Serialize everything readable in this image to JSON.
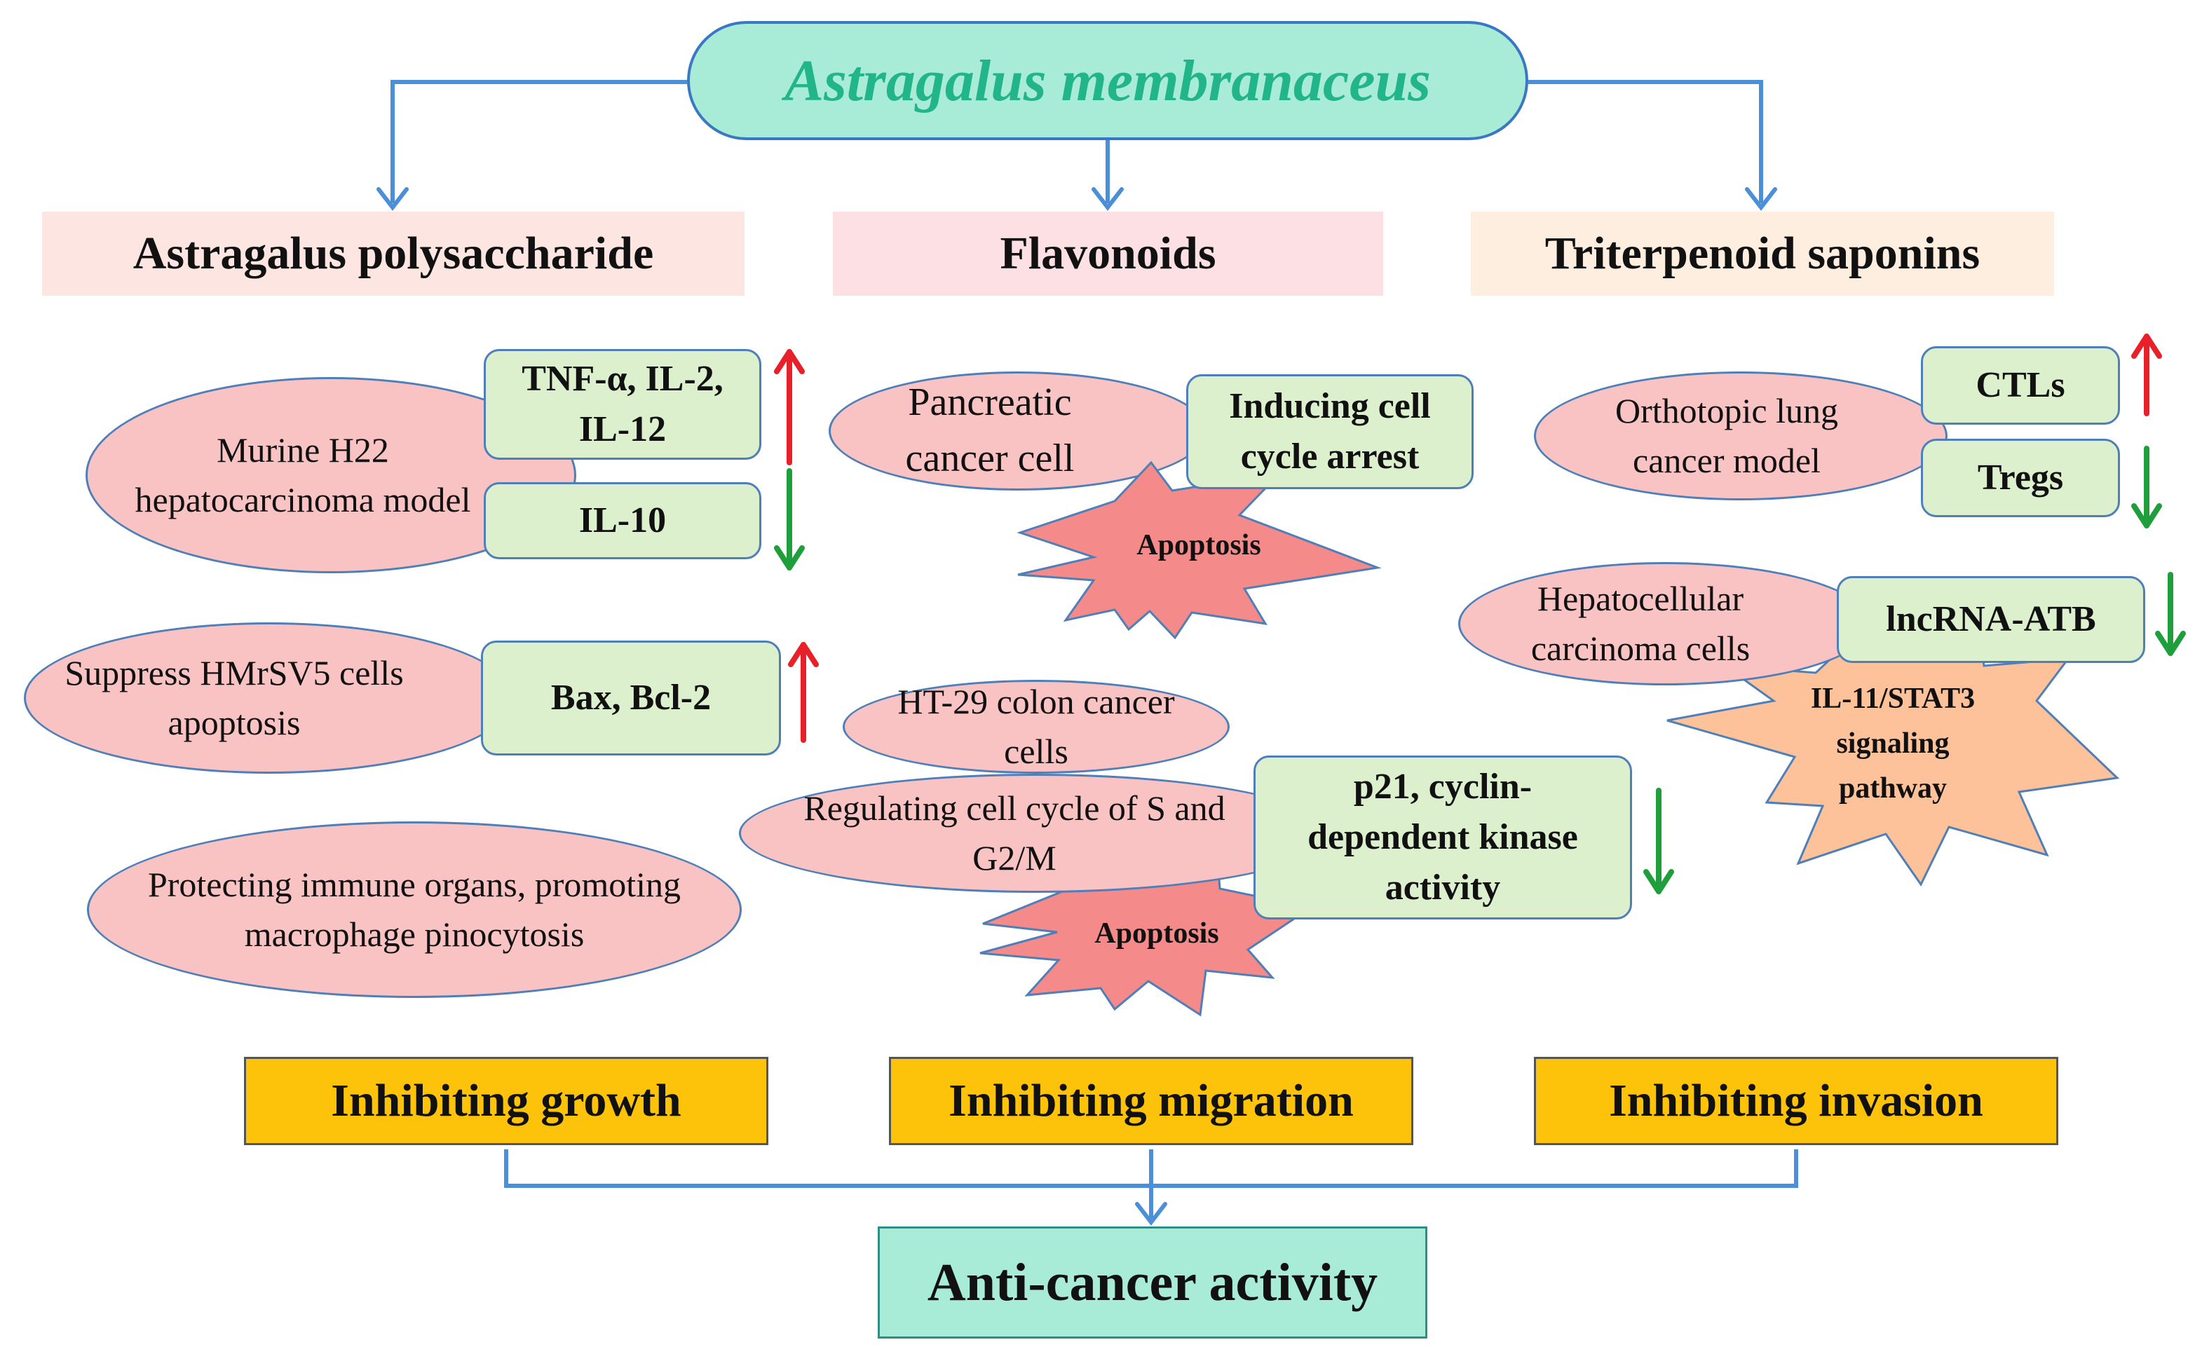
{
  "title": "Astragalus membranaceus",
  "categories": {
    "polysaccharide": "Astragalus polysaccharide",
    "flavonoids": "Flavonoids",
    "saponins": "Triterpenoid saponins"
  },
  "polysaccharide": {
    "h22_model": "Murine H22 hepatocarcinoma model",
    "tnf_box": "TNF-α, IL-2, IL-12",
    "il10_box": "IL-10",
    "hmrsv5": "Suppress HMrSV5 cells apoptosis",
    "bax_box": "Bax, Bcl-2",
    "immune": "Protecting immune organs, promoting macrophage pinocytosis"
  },
  "flavonoids": {
    "pancreatic": "Pancreatic cancer cell",
    "cycle_arrest_box": "Inducing cell cycle arrest",
    "apoptosis_1": "Apoptosis",
    "ht29": "HT-29 colon cancer cells",
    "regulating": "Regulating cell cycle of S and G2/M",
    "p21_box": "p21, cyclin-dependent kinase activity",
    "apoptosis_2": "Apoptosis"
  },
  "saponins": {
    "lung_model": "Orthotopic lung cancer model",
    "ctls_box": "CTLs",
    "tregs_box": "Tregs",
    "hcc": "Hepatocellular carcinoma cells",
    "lncrna_box": "lncRNA-ATB",
    "il11_line1": "IL-11/STAT3",
    "il11_line2": "signaling",
    "il11_line3": "pathway"
  },
  "outcomes": {
    "growth": "Inhibiting growth",
    "migration": "Inhibiting migration",
    "invasion": "Inhibiting invasion"
  },
  "final": "Anti-cancer activity",
  "colors": {
    "connector": "#4a8fd8",
    "up_arrow": "#e8202a",
    "down_arrow": "#1f9e3c",
    "ellipse_fill": "#f9c3c3",
    "box_fill": "#dcf0cd",
    "star_red": "#f48a8a",
    "star_orange": "#fdc29a",
    "outcome_fill": "#fdc20a",
    "title_fill": "#a8ecd7"
  }
}
